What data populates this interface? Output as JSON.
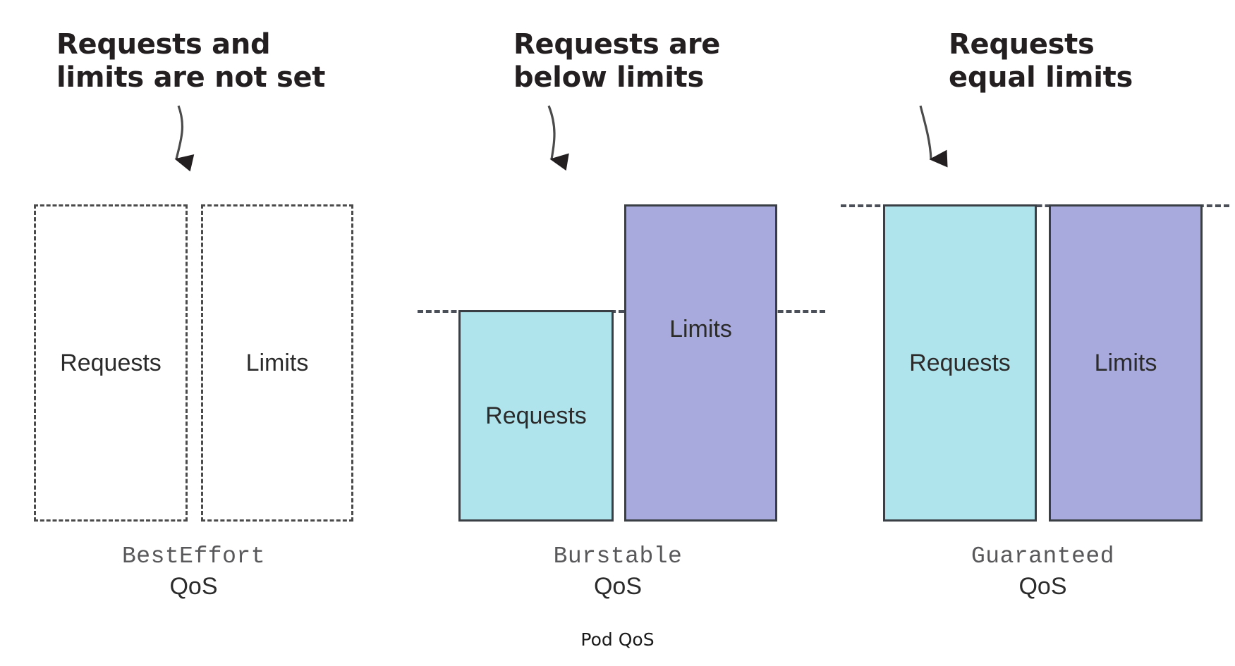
{
  "figure": {
    "caption": "Pod QoS"
  },
  "colors": {
    "requests_fill": "#b0e4ed",
    "limits_fill": "#a8aadd",
    "stroke": "#3a3f45",
    "dashed_stroke": "#4a4f58",
    "text": "#231f20",
    "caption_mono": "#58585b"
  },
  "chart_data": {
    "type": "bar",
    "title": "Pod QoS",
    "xlabel": "",
    "ylabel": "",
    "grid": false,
    "legend": "none",
    "categories": [
      "BestEffort QoS",
      "Burstable QoS",
      "Guaranteed QoS"
    ],
    "series": [
      {
        "name": "Requests",
        "values": [
          null,
          60,
          100
        ],
        "fill": "#b0e4ed",
        "style": "solid"
      },
      {
        "name": "Limits",
        "values": [
          null,
          100,
          100
        ],
        "fill": "#a8aadd",
        "style": "solid"
      }
    ],
    "notes": [
      "BestEffort: requests and limits are not set (dashed empty outlines)",
      "Burstable: requests are below limits (dashed reference line at requests height)",
      "Guaranteed: requests equal limits (dashed reference line at top of both bars)"
    ],
    "ylim": [
      0,
      110
    ]
  },
  "groups": [
    {
      "id": "besteffort",
      "callout": "Requests and\nlimits are not set",
      "caption_mono": "BestEffort",
      "caption_sans": "QoS",
      "bars": [
        {
          "name": "requests",
          "label": "Requests",
          "style": "dashed"
        },
        {
          "name": "limits",
          "label": "Limits",
          "style": "dashed"
        }
      ],
      "reference_line": false
    },
    {
      "id": "burstable",
      "callout": "Requests are\nbelow limits",
      "caption_mono": "Burstable",
      "caption_sans": "QoS",
      "bars": [
        {
          "name": "requests",
          "label": "Requests",
          "style": "solid",
          "fill": "#b0e4ed"
        },
        {
          "name": "limits",
          "label": "Limits",
          "style": "solid",
          "fill": "#a8aadd"
        }
      ],
      "reference_line": true
    },
    {
      "id": "guaranteed",
      "callout": "Requests\nequal limits",
      "caption_mono": "Guaranteed",
      "caption_sans": "QoS",
      "bars": [
        {
          "name": "requests",
          "label": "Requests",
          "style": "solid",
          "fill": "#b0e4ed"
        },
        {
          "name": "limits",
          "label": "Limits",
          "style": "solid",
          "fill": "#a8aadd"
        }
      ],
      "reference_line": true
    }
  ]
}
